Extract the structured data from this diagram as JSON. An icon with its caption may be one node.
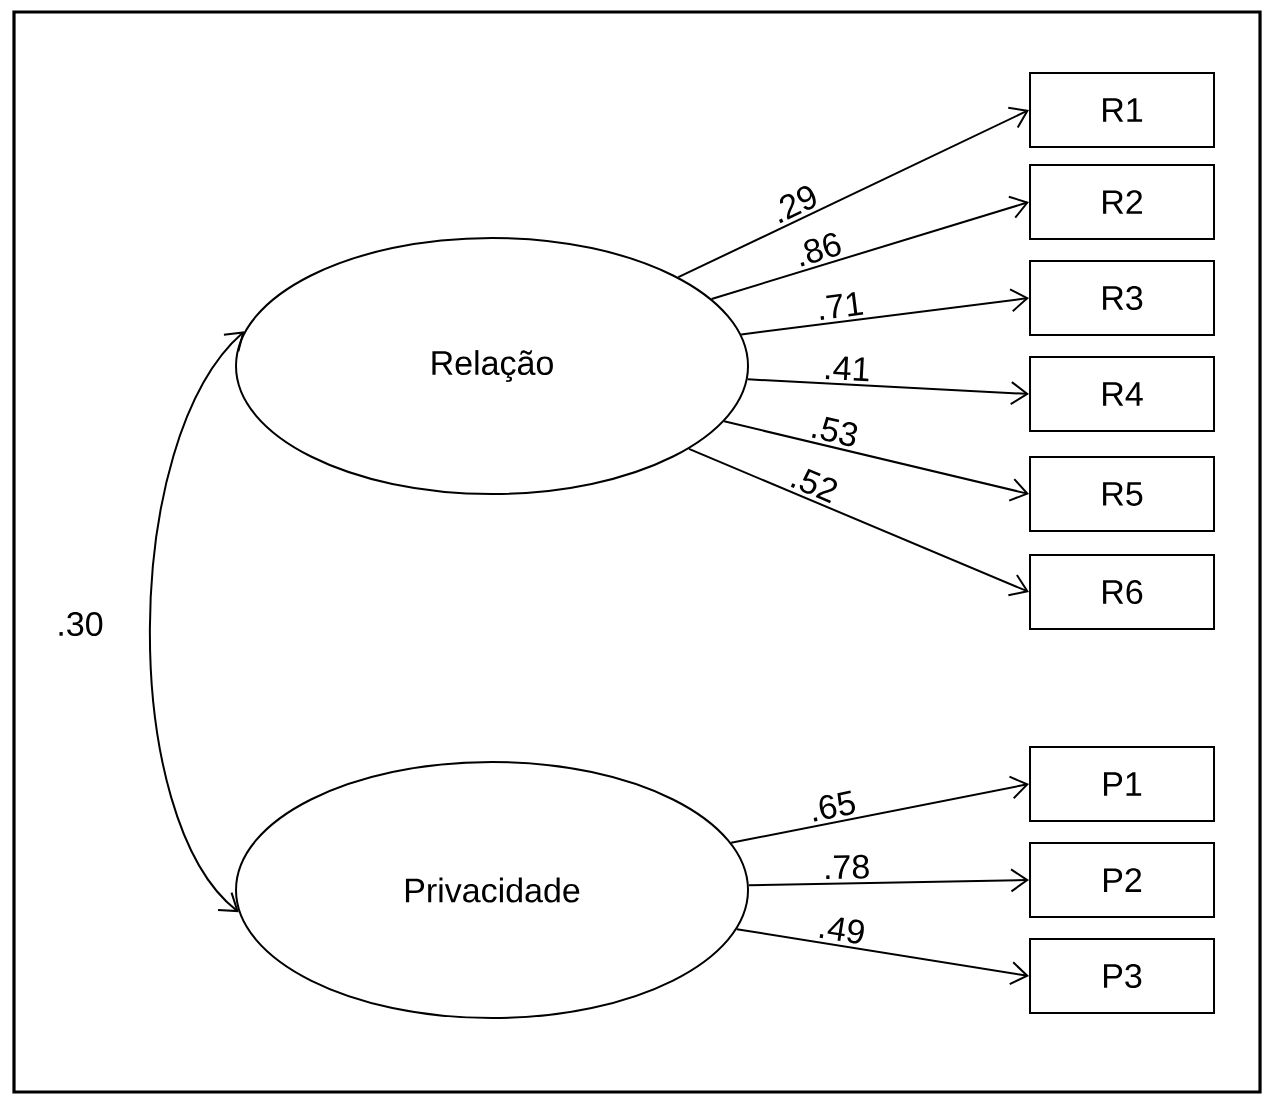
{
  "diagram": {
    "nodes": [
      {
        "text": [
          "Relação"
        ]
      },
      {
        "text": [
          "Privacidade"
        ]
      },
      {
        "text": [
          "R1"
        ]
      },
      {
        "text": [
          "R2"
        ]
      },
      {
        "text": [
          "R3"
        ]
      },
      {
        "text": [
          "R4"
        ]
      },
      {
        "text": [
          "R5"
        ]
      },
      {
        "text": [
          "R6"
        ]
      },
      {
        "text": [
          "P1"
        ]
      },
      {
        "text": [
          "P2"
        ]
      },
      {
        "text": [
          "P3"
        ]
      }
    ],
    "edges": [
      {
        "from": 0,
        "to": 1,
        "arrow": "both",
        "label": ".30"
      },
      {
        "from": 0,
        "to": 2,
        "arrow": "to",
        "label": ".29"
      },
      {
        "from": 0,
        "to": 3,
        "arrow": "to",
        "label": ".86"
      },
      {
        "from": 0,
        "to": 4,
        "arrow": "to",
        "label": ".71"
      },
      {
        "from": 0,
        "to": 5,
        "arrow": "to",
        "label": ".41"
      },
      {
        "from": 0,
        "to": 6,
        "arrow": "to",
        "label": ".53"
      },
      {
        "from": 0,
        "to": 7,
        "arrow": "to",
        "label": ".52"
      },
      {
        "from": 1,
        "to": 8,
        "arrow": "to",
        "label": ".65"
      },
      {
        "from": 1,
        "to": 9,
        "arrow": "to",
        "label": ".78"
      },
      {
        "from": 1,
        "to": 10,
        "arrow": "to",
        "label": ".49"
      }
    ]
  }
}
